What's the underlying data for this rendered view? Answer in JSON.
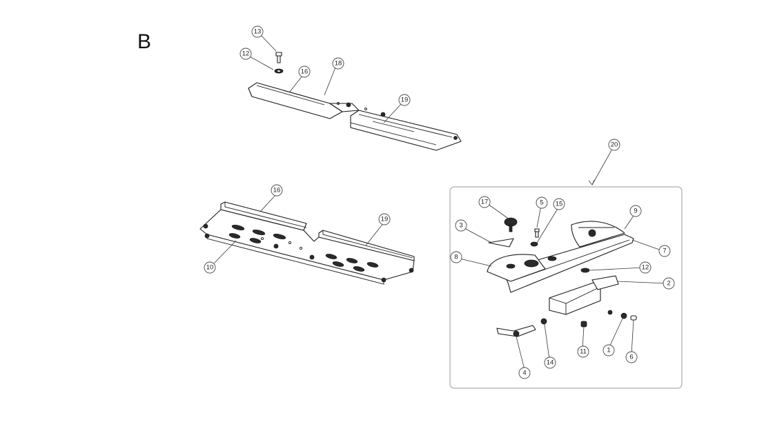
{
  "section_label": "B",
  "callouts": {
    "c13": "13",
    "c12a": "12",
    "c16a": "16",
    "c18": "18",
    "c19a": "19",
    "c16b": "16",
    "c19b": "19",
    "c10": "10",
    "c20": "20",
    "c17": "17",
    "c5": "5",
    "c15": "15",
    "c9": "9",
    "c3": "3",
    "c8": "8",
    "c7": "7",
    "c12b": "12",
    "c2": "2",
    "c4": "4",
    "c14": "14",
    "c11": "11",
    "c1": "1",
    "c6": "6"
  },
  "colors": {
    "line": "#1a1a1a",
    "box_border": "#9a9a9a",
    "background": "#ffffff"
  }
}
